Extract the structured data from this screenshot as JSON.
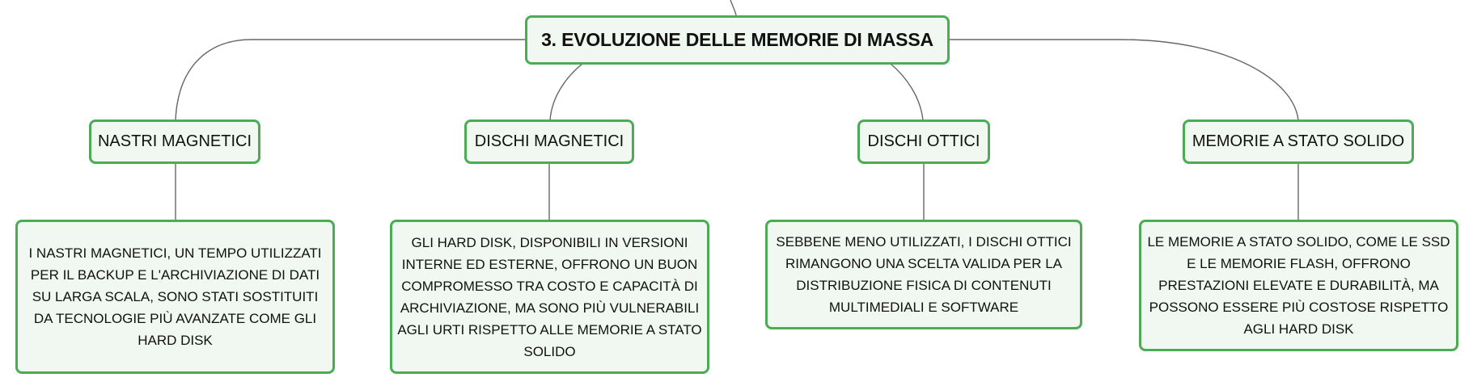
{
  "diagram": {
    "root": {
      "title": "3. EVOLUZIONE DELLE MEMORIE DI MASSA"
    },
    "branches": [
      {
        "label": "NASTRI MAGNETICI",
        "detail": "I NASTRI MAGNETICI, UN TEMPO UTILIZZATI PER IL BACKUP E L'ARCHIVIAZIONE DI DATI SU LARGA SCALA, SONO STATI SOSTITUITI DA TECNOLOGIE PIÙ AVANZATE COME GLI HARD DISK"
      },
      {
        "label": "DISCHI MAGNETICI",
        "detail": "GLI HARD DISK, DISPONIBILI IN VERSIONI INTERNE ED ESTERNE, OFFRONO UN BUON COMPROMESSO TRA COSTO E CAPACITÀ DI ARCHIVIAZIONE, MA SONO PIÙ VULNERABILI AGLI URTI RISPETTO ALLE MEMORIE A STATO SOLIDO"
      },
      {
        "label": "DISCHI OTTICI",
        "detail": "SEBBENE MENO UTILIZZATI, I DISCHI OTTICI RIMANGONO UNA SCELTA VALIDA PER LA DISTRIBUZIONE FISICA DI CONTENUTI MULTIMEDIALI E SOFTWARE"
      },
      {
        "label": "MEMORIE A STATO SOLIDO",
        "detail": "LE MEMORIE A STATO SOLIDO, COME LE SSD E LE MEMORIE FLASH, OFFRONO PRESTAZIONI ELEVATE E DURABILITÀ, MA POSSONO ESSERE PIÙ COSTOSE RISPETTO AGLI HARD DISK"
      }
    ]
  },
  "colors": {
    "node_border": "#4cab55",
    "node_fill": "#f1f8f1",
    "connector": "#666666",
    "text": "#111111"
  }
}
